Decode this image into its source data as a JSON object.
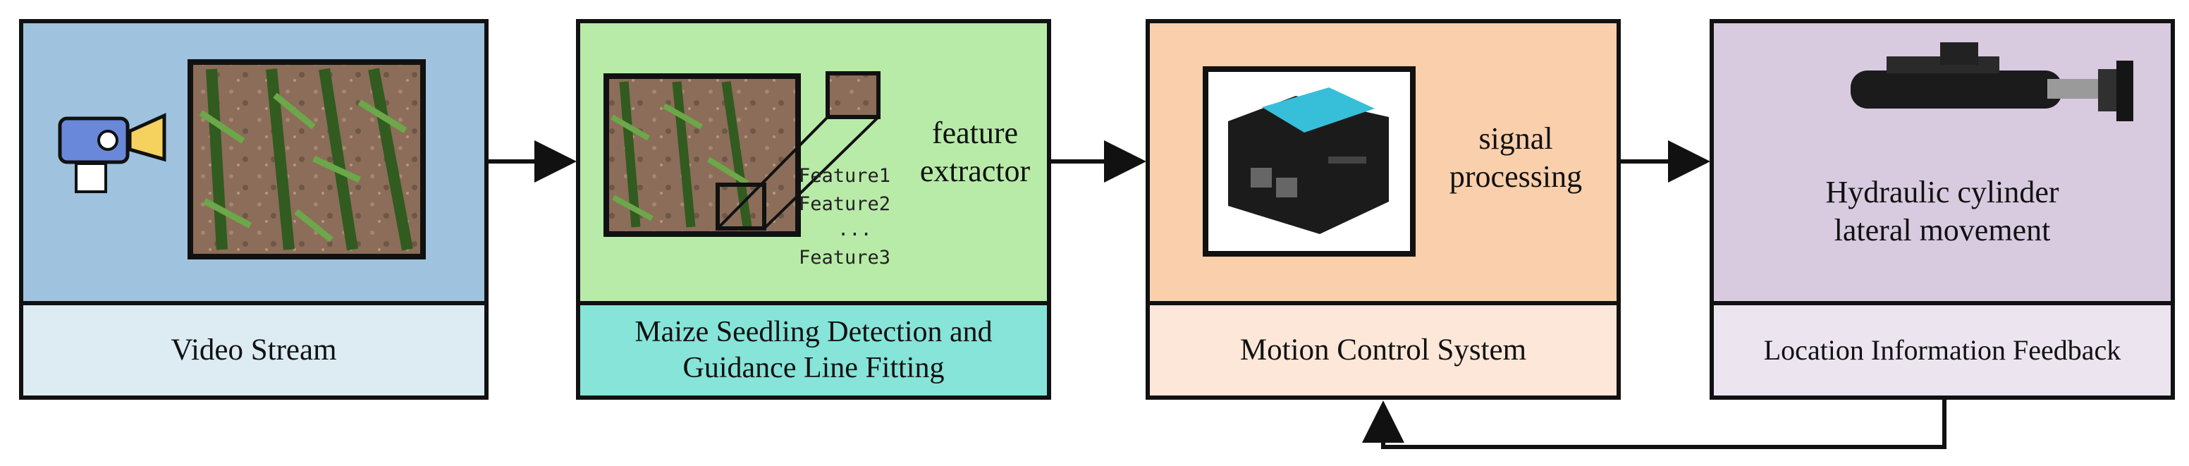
{
  "colors": {
    "stage1_top": "#9fc3de",
    "stage1_bottom": "#ddebf3",
    "stage2_top": "#b8eba8",
    "stage2_bottom": "#86e4d8",
    "stage3_top": "#f9cfac",
    "stage3_bottom": "#fde7d8",
    "stage4_top": "#d8cbe0",
    "stage4_bottom": "#ece5f0",
    "outline": "#111111"
  },
  "stages": [
    {
      "label": "Video Stream",
      "icons": [
        "camera-icon",
        "maize-field-image"
      ]
    },
    {
      "label_lines": [
        "Maize Seedling Detection and",
        "Guidance Line Fitting"
      ],
      "top_text_lines": [
        "feature",
        "extractor"
      ],
      "features": [
        "Feature1",
        "Feature2",
        "...",
        "Feature3"
      ]
    },
    {
      "label": "Motion Control System",
      "top_text_lines": [
        "signal",
        "processing"
      ]
    },
    {
      "label": "Location Information Feedback",
      "top_text_lines": [
        "Hydraulic cylinder",
        "lateral movement"
      ]
    }
  ]
}
